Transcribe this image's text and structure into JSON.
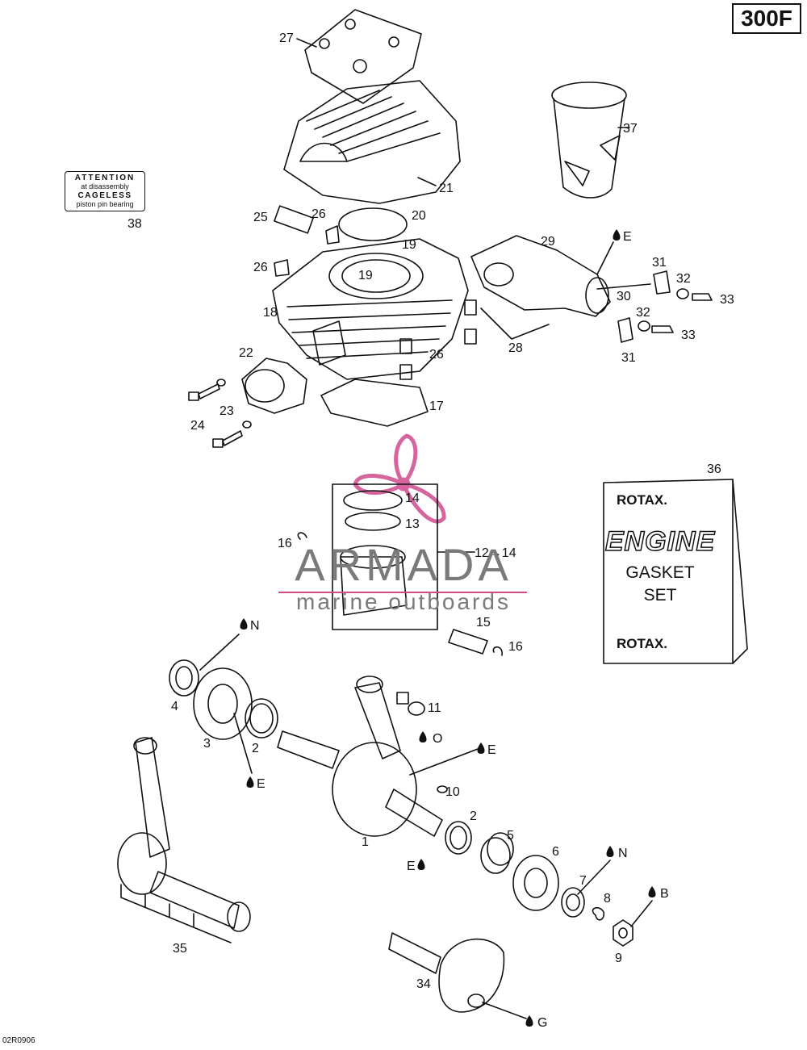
{
  "page_code": "300F",
  "doc_code": "02R0906",
  "attention_label": {
    "line1": "ATTENTION",
    "line2": "at disassembly",
    "line3": "CAGELESS",
    "line4": "piston pin bearing"
  },
  "watermark": {
    "title": "ARMADA",
    "subtitle": "marine outboards"
  },
  "gasket_kit": {
    "brand_top": "ROTAX.",
    "title": "ENGINE",
    "line2": "GASKET",
    "line3": "SET",
    "brand_bottom": "ROTAX."
  },
  "callouts": [
    {
      "text": "27"
    },
    {
      "text": "37"
    },
    {
      "text": "21"
    },
    {
      "text": "38"
    },
    {
      "text": "25"
    },
    {
      "text": "26"
    },
    {
      "text": "20"
    },
    {
      "text": "19"
    },
    {
      "text": "26"
    },
    {
      "text": "19"
    },
    {
      "text": "29"
    },
    {
      "text": "E"
    },
    {
      "text": "31"
    },
    {
      "text": "32"
    },
    {
      "text": "33"
    },
    {
      "text": "30"
    },
    {
      "text": "18"
    },
    {
      "text": "32"
    },
    {
      "text": "33"
    },
    {
      "text": "31"
    },
    {
      "text": "28"
    },
    {
      "text": "26"
    },
    {
      "text": "22"
    },
    {
      "text": "23"
    },
    {
      "text": "24"
    },
    {
      "text": "17"
    },
    {
      "text": "36"
    },
    {
      "text": "14"
    },
    {
      "text": "13"
    },
    {
      "text": "16"
    },
    {
      "text": "12→14"
    },
    {
      "text": "N"
    },
    {
      "text": "15"
    },
    {
      "text": "16"
    },
    {
      "text": "4"
    },
    {
      "text": "3"
    },
    {
      "text": "2"
    },
    {
      "text": "E"
    },
    {
      "text": "11"
    },
    {
      "text": "O"
    },
    {
      "text": "E"
    },
    {
      "text": "10"
    },
    {
      "text": "2"
    },
    {
      "text": "1"
    },
    {
      "text": "5"
    },
    {
      "text": "6"
    },
    {
      "text": "N"
    },
    {
      "text": "E"
    },
    {
      "text": "7"
    },
    {
      "text": "8"
    },
    {
      "text": "B"
    },
    {
      "text": "9"
    },
    {
      "text": "35"
    },
    {
      "text": "34"
    },
    {
      "text": "G"
    }
  ]
}
